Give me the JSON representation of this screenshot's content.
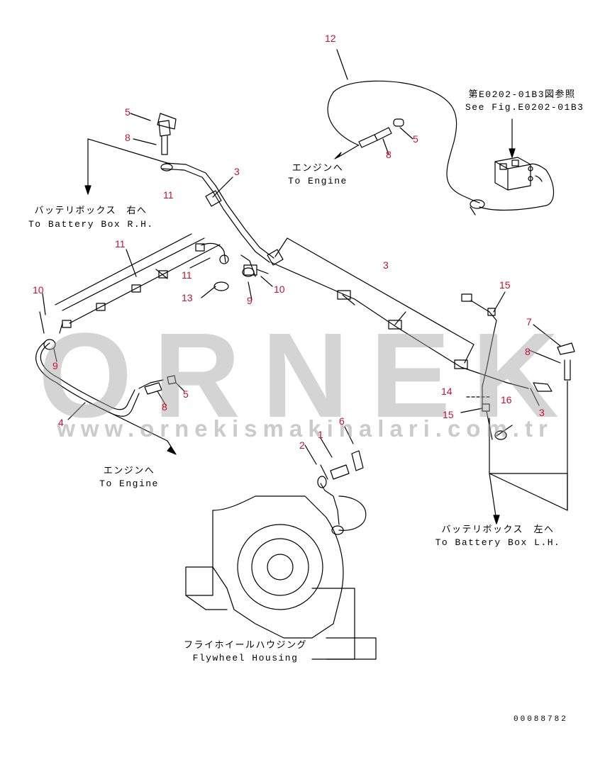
{
  "callouts": {
    "c12": "12",
    "c5a": "5",
    "c8a": "8",
    "c3a": "3",
    "c11a": "11",
    "c5b": "5",
    "c8b": "8",
    "c11b": "11",
    "c11c": "11",
    "c13": "13",
    "c9a": "9",
    "c10a": "10",
    "c3b": "3",
    "c10b": "10",
    "c9b": "9",
    "c15a": "15",
    "c7": "7",
    "c8c": "8",
    "c3c": "3",
    "c14": "14",
    "c15b": "15",
    "c16": "16",
    "c5c": "5",
    "c8d": "8",
    "c4": "4",
    "c2": "2",
    "c1": "1",
    "c6": "6"
  },
  "labels": {
    "ref_fig_jp": "第E0202-01B3図参照",
    "ref_fig_en": "See Fig.E0202-01B3",
    "engine_top_jp": "エンジンへ",
    "engine_top_en": "To Engine",
    "battery_rh_jp": "バッテリボックス　右へ",
    "battery_rh_en": "To Battery Box R.H.",
    "engine_bottom_jp": "エンジンへ",
    "engine_bottom_en": "To Engine",
    "battery_lh_jp": "バッテリボックス　左へ",
    "battery_lh_en": "To Battery Box L.H.",
    "flywheel_jp": "フライホイールハウジング",
    "flywheel_en": "Flywheel Housing"
  },
  "watermark": {
    "brand": "ORNEK",
    "url": "www.ornekismakinalari.com.tr"
  },
  "document_number": "00088782"
}
